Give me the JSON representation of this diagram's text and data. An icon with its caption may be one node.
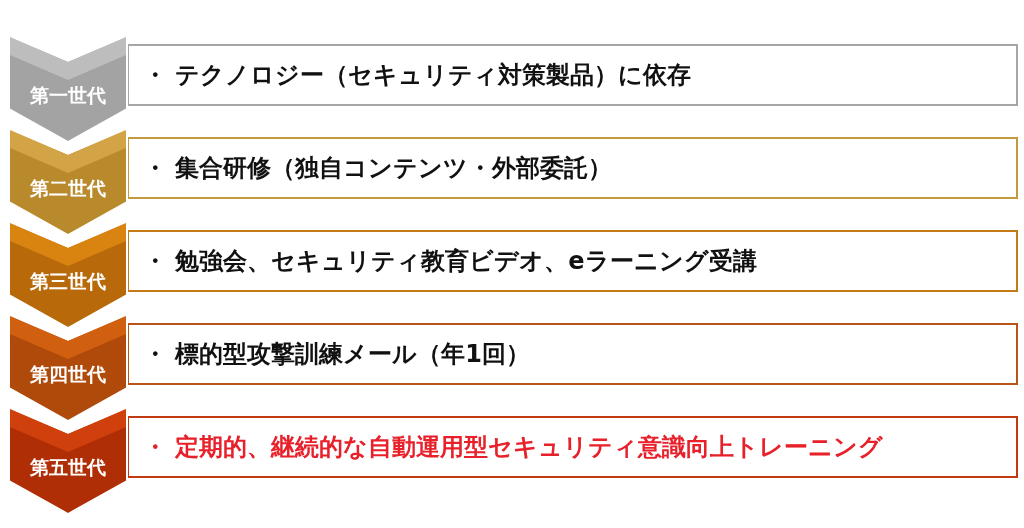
{
  "diagram": {
    "nodes": [
      {
        "text": [
          "第一世代"
        ]
      },
      {
        "text": [
          "・ テクノロジー（セキュリティ対策製品）に依存"
        ]
      },
      {
        "text": [
          "第二世代"
        ]
      },
      {
        "text": [
          "・ 集合研修（独自コンテンツ・外部委託）"
        ]
      },
      {
        "text": [
          "第三世代"
        ]
      },
      {
        "text": [
          "・ 勉強会、セキュリティ教育ビデオ、eラーニング受講"
        ]
      },
      {
        "text": [
          "第四世代"
        ]
      },
      {
        "text": [
          "・ 標的型攻撃訓練メール（年1回）"
        ]
      },
      {
        "text": [
          "第五世代"
        ]
      },
      {
        "text": [
          "・ 定期的、継続的な自動運用型セキュリティ意識向上トレーニング"
        ]
      }
    ]
  }
}
